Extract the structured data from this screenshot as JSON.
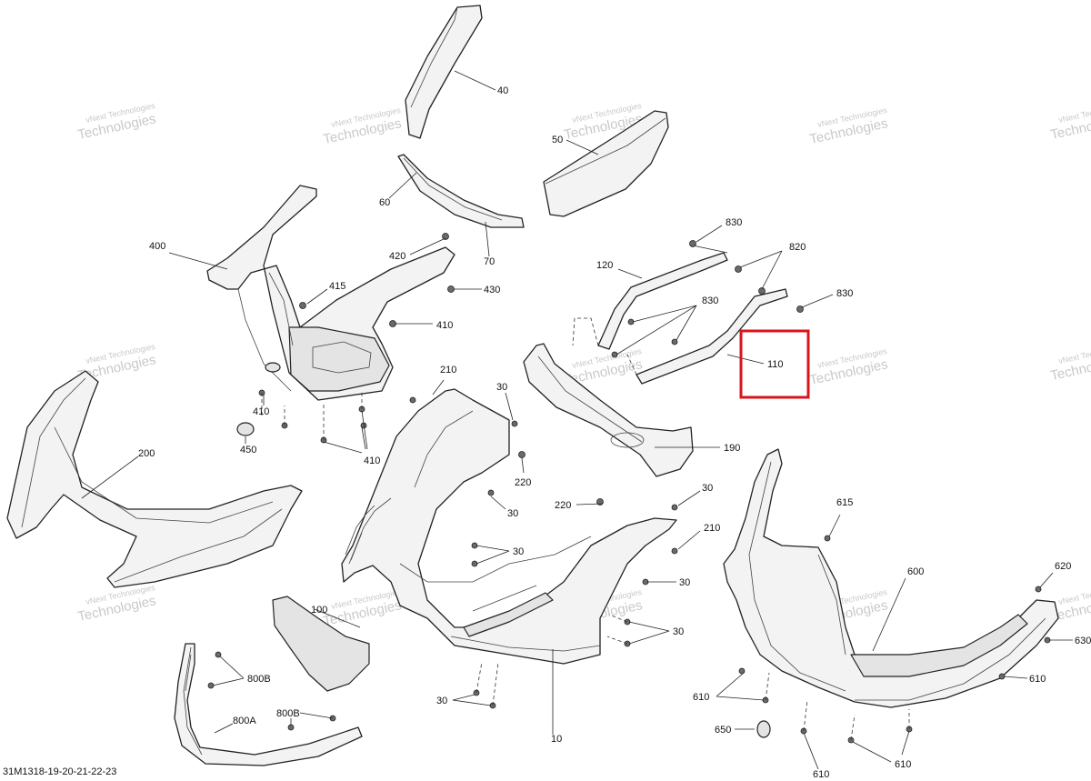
{
  "diagram_code": "31M1318-19-20-21-22-23",
  "watermark": {
    "line1": "vNext Technologies",
    "line2": "Technologies"
  },
  "highlight_color": "#d9151b",
  "labels": {
    "p40": "40",
    "p50": "50",
    "p60": "60",
    "p70": "70",
    "p400": "400",
    "p420": "420",
    "p415": "415",
    "p430": "430",
    "p410a": "410",
    "p410b": "410",
    "p410c": "410",
    "p450": "450",
    "p200": "200",
    "p210a": "210",
    "p30a": "30",
    "p220a": "220",
    "p30b": "30",
    "p220b": "220",
    "p30c": "30",
    "p30d": "30",
    "p210b": "210",
    "p30e": "30",
    "p30f": "30",
    "p30g": "30",
    "p10": "10",
    "p100": "100",
    "p800b1": "800B",
    "p800b2": "800B",
    "p800a": "800A",
    "p120": "120",
    "p830a": "830",
    "p820": "820",
    "p830b": "830",
    "p830c": "830",
    "p110": "110",
    "p190": "190",
    "p615": "615",
    "p600": "600",
    "p620": "620",
    "p630": "630",
    "p610a": "610",
    "p610b": "610",
    "p650": "650",
    "p610c": "610",
    "p610d": "610"
  }
}
